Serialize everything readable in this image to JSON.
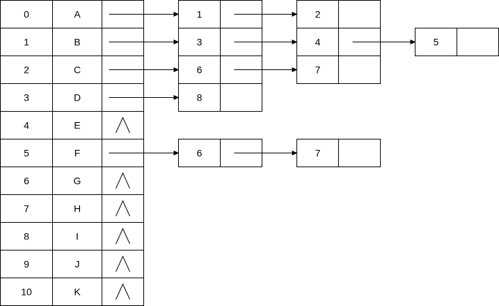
{
  "adjacency_list": {
    "vertices": [
      {
        "index": "0",
        "label": "A",
        "null": false,
        "edges": [
          "1",
          "2"
        ]
      },
      {
        "index": "1",
        "label": "B",
        "null": false,
        "edges": [
          "3",
          "4",
          "5"
        ]
      },
      {
        "index": "2",
        "label": "C",
        "null": false,
        "edges": [
          "6",
          "7"
        ]
      },
      {
        "index": "3",
        "label": "D",
        "null": false,
        "edges": [
          "8"
        ]
      },
      {
        "index": "4",
        "label": "E",
        "null": true,
        "edges": []
      },
      {
        "index": "5",
        "label": "F",
        "null": false,
        "edges": [
          "6",
          "7"
        ]
      },
      {
        "index": "6",
        "label": "G",
        "null": true,
        "edges": []
      },
      {
        "index": "7",
        "label": "H",
        "null": true,
        "edges": []
      },
      {
        "index": "8",
        "label": "I",
        "null": true,
        "edges": []
      },
      {
        "index": "9",
        "label": "J",
        "null": true,
        "edges": []
      },
      {
        "index": "10",
        "label": "K",
        "null": true,
        "edges": []
      }
    ]
  },
  "colors": {
    "line": "#000000",
    "background": "#ffffff"
  }
}
